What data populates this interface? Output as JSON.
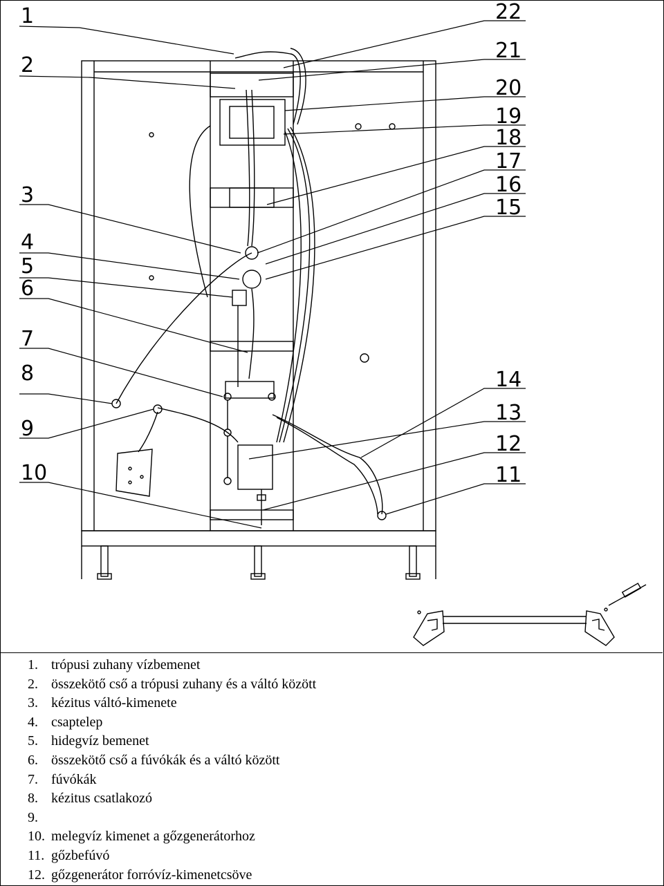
{
  "callouts": [
    "1",
    "2",
    "3",
    "4",
    "5",
    "6",
    "7",
    "8",
    "9",
    "10",
    "11",
    "12",
    "13",
    "14",
    "15",
    "16",
    "17",
    "18",
    "19",
    "20",
    "21",
    "22"
  ],
  "legend": [
    {
      "num": "1.",
      "text": "trópusi zuhany vízbemenet"
    },
    {
      "num": "2.",
      "text": "összekötő cső a trópusi zuhany és a váltó között"
    },
    {
      "num": "3.",
      "text": "kézitus váltó-kimenete"
    },
    {
      "num": "4.",
      "text": "csaptelep"
    },
    {
      "num": "5.",
      "text": "hidegvíz bemenet"
    },
    {
      "num": "6.",
      "text": "összekötő cső a fúvókák és a váltó között"
    },
    {
      "num": "7.",
      "text": "fúvókák"
    },
    {
      "num": "8.",
      "text": "kézitus csatlakozó"
    },
    {
      "num": "9.",
      "text": ""
    },
    {
      "num": "10.",
      "text": "melegvíz kimenet a gőzgenerátorhoz"
    },
    {
      "num": "11.",
      "text": "gőzbefúvó"
    },
    {
      "num": "12.",
      "text": "gőzgenerátor forróvíz-kimenetcsöve"
    }
  ]
}
